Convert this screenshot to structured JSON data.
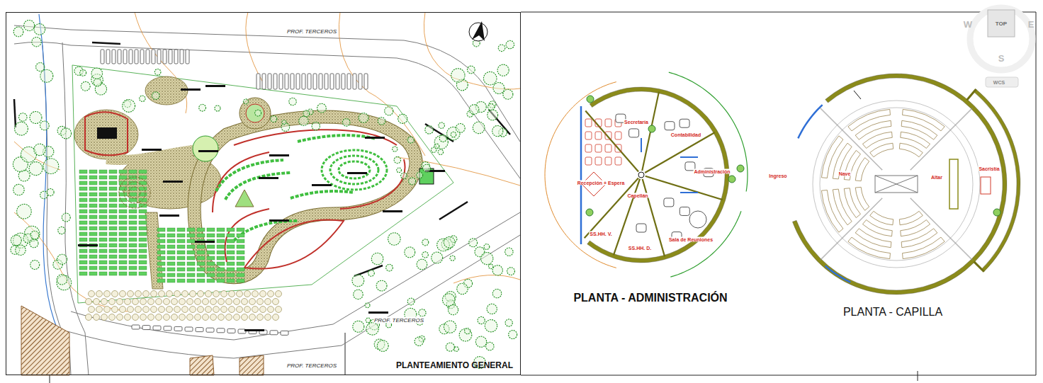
{
  "diagram": {
    "nodes": [
      {
        "text": [
          "PLANTEAMIENTO GENERAL"
        ]
      },
      {
        "text": [
          "PLANTA - ADMINISTRACIÓN"
        ]
      },
      {
        "text": [
          "PLANTA - CAPILLA"
        ]
      }
    ],
    "labels": [
      "PROF. TERCEROS",
      "PROF. TERCEROS",
      "PROF. TERCEROS",
      "Secretaría",
      "Contabilidad",
      "Administración",
      "Recepción + Espera",
      "Capellán",
      "Sala de Reuniones",
      "SS.HH. V.",
      "SS.HH. D.",
      "Ingreso",
      "Nave",
      "Altar",
      "Sacristía",
      "TOP",
      "W",
      "E",
      "S",
      "WCS"
    ]
  }
}
